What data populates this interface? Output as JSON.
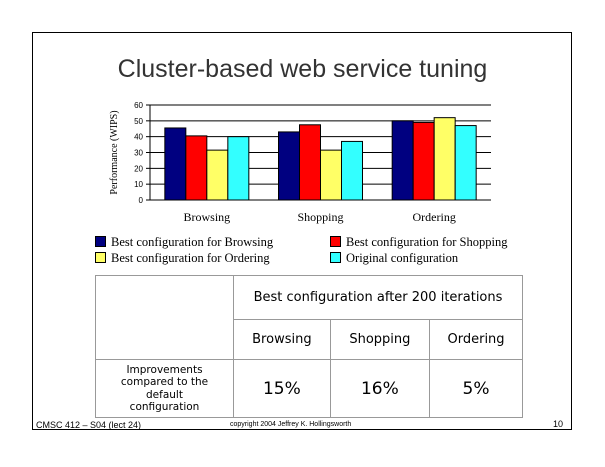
{
  "slide": {
    "title": "Cluster-based web service tuning",
    "footer_left": "CMSC 412 – S04 (lect 24)",
    "footer_center": "copyright 2004 Jeffrey K. Hollingsworth",
    "page_number": "10"
  },
  "chart_data": {
    "type": "bar",
    "title": "",
    "xlabel": "",
    "ylabel": "Performance (WIPS)",
    "ylim": [
      0,
      60
    ],
    "yticks": [
      "0",
      "10",
      "20",
      "30",
      "40",
      "50",
      "60"
    ],
    "grid": true,
    "categories": [
      "Browsing",
      "Shopping",
      "Ordering"
    ],
    "series": [
      {
        "name": "Best configuration for Browsing",
        "color": "#000080",
        "values": [
          45.5,
          43,
          50
        ]
      },
      {
        "name": "Best configuration for Shopping",
        "color": "#ff0000",
        "values": [
          40.5,
          47.5,
          49
        ]
      },
      {
        "name": "Best configuration for Ordering",
        "color": "#ffff66",
        "values": [
          31.5,
          31.5,
          52
        ]
      },
      {
        "name": "Original configuration",
        "color": "#33ffff",
        "values": [
          40,
          37,
          47
        ]
      }
    ],
    "legend_placement": "bottom"
  },
  "results_table": {
    "header": "Best configuration after 200 iterations",
    "columns": [
      "Browsing",
      "Shopping",
      "Ordering"
    ],
    "row_label": "Improvements compared to the default configuration",
    "values": [
      "15%",
      "16%",
      "5%"
    ]
  }
}
